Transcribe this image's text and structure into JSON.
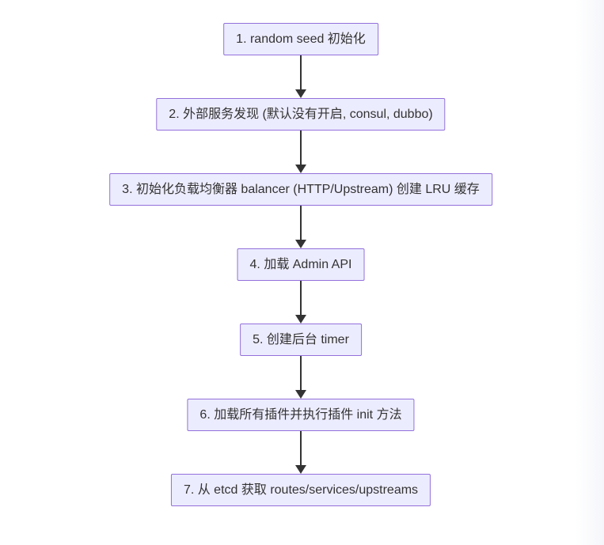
{
  "diagram": {
    "type": "flowchart",
    "direction": "top-down",
    "colors": {
      "node_fill": "#ECECFF",
      "node_border": "#9370DB",
      "node_text": "#333333",
      "arrow": "#333333",
      "page_background": "#ffffff",
      "right_edge_fade": "#f5f6fa"
    },
    "nodes": [
      {
        "id": "1",
        "label": "1. random seed 初始化"
      },
      {
        "id": "2",
        "label": "2. 外部服务发现 (默认没有开启, consul, dubbo)"
      },
      {
        "id": "3",
        "label": "3. 初始化负载均衡器 balancer (HTTP/Upstream) 创建 LRU 缓存"
      },
      {
        "id": "4",
        "label": "4. 加载 Admin API"
      },
      {
        "id": "5",
        "label": "5. 创建后台 timer"
      },
      {
        "id": "6",
        "label": "6. 加载所有插件并执行插件 init 方法"
      },
      {
        "id": "7",
        "label": "7. 从 etcd 获取 routes/services/upstreams"
      }
    ],
    "edges": [
      {
        "from": "1",
        "to": "2"
      },
      {
        "from": "2",
        "to": "3"
      },
      {
        "from": "3",
        "to": "4"
      },
      {
        "from": "4",
        "to": "5"
      },
      {
        "from": "5",
        "to": "6"
      },
      {
        "from": "6",
        "to": "7"
      }
    ]
  }
}
